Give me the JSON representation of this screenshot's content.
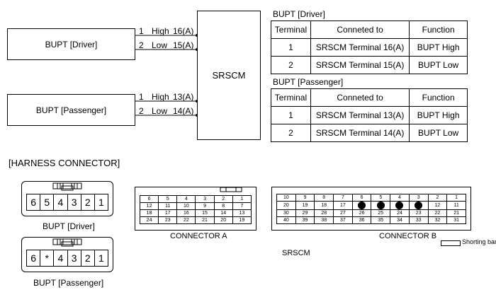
{
  "wiring": {
    "driver_box": "BUPT [Driver]",
    "passenger_box": "BUPT [Passenger]",
    "srscm_box": "SRSCM",
    "driver_lines": [
      {
        "num": "1",
        "name": "High",
        "term": "16(A)"
      },
      {
        "num": "2",
        "name": "Low",
        "term": "15(A)"
      }
    ],
    "passenger_lines": [
      {
        "num": "1",
        "name": "High",
        "term": "13(A)"
      },
      {
        "num": "2",
        "name": "Low",
        "term": "14(A)"
      }
    ]
  },
  "tables": {
    "driver_title": "BUPT [Driver]",
    "passenger_title": "BUPT [Passenger]",
    "headers": [
      "Terminal",
      "Conneted to",
      "Function"
    ],
    "driver_rows": [
      [
        "1",
        "SRSCM Terminal 16(A)",
        "BUPT High"
      ],
      [
        "2",
        "SRSCM Terminal 15(A)",
        "BUPT Low"
      ]
    ],
    "passenger_rows": [
      [
        "1",
        "SRSCM Terminal 13(A)",
        "BUPT High"
      ],
      [
        "2",
        "SRSCM Terminal 14(A)",
        "BUPT Low"
      ]
    ]
  },
  "harness": {
    "title": "[HARNESS CONNECTOR]",
    "driver_pins": [
      "6",
      "5",
      "4",
      "3",
      "2",
      "1"
    ],
    "driver_label": "BUPT [Driver]",
    "passenger_pins": [
      "6",
      "*",
      "4",
      "3",
      "2",
      "1"
    ],
    "passenger_label": "BUPT [Passenger]",
    "connector_a_label": "CONNECTOR A",
    "connector_b_label": "CONNECTOR B",
    "srscm_label": "SRSCM",
    "shorting_bar_label": "Shorting bar",
    "connector_a_rows": [
      [
        "6",
        "5",
        "4",
        "3",
        "2",
        "1"
      ],
      [
        "12",
        "11",
        "10",
        "9",
        "8",
        "7"
      ],
      [
        "18",
        "17",
        "16",
        "15",
        "14",
        "13"
      ],
      [
        "24",
        "23",
        "22",
        "21",
        "20",
        "19"
      ]
    ],
    "connector_b_rows": [
      [
        "10",
        "9",
        "8",
        "7",
        "6",
        "5",
        "4",
        "3",
        "2",
        "1"
      ],
      [
        "20",
        "19",
        "18",
        "17",
        "",
        "",
        "",
        "",
        "12",
        "11"
      ],
      [
        "30",
        "29",
        "28",
        "27",
        "26",
        "25",
        "24",
        "23",
        "22",
        "21"
      ],
      [
        "40",
        "39",
        "38",
        "37",
        "36",
        "35",
        "34",
        "33",
        "32",
        "31"
      ]
    ]
  }
}
